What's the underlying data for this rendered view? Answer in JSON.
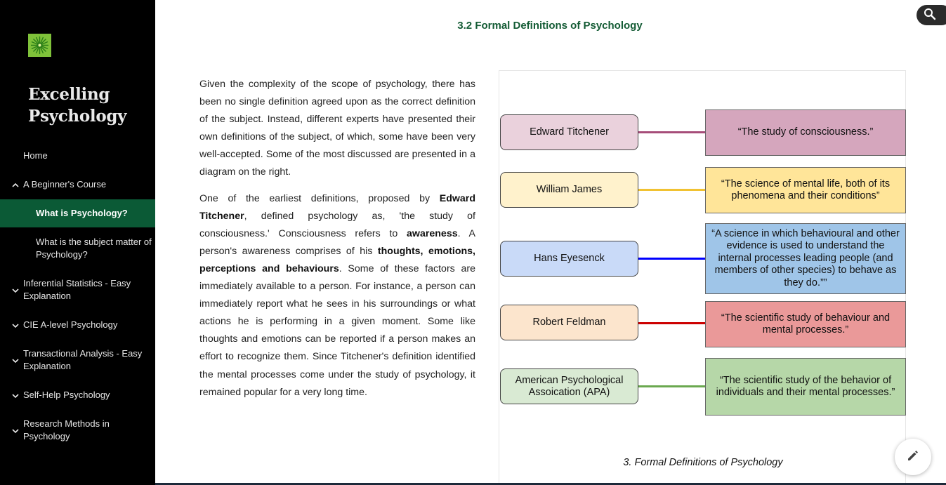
{
  "site": {
    "title": "Excelling Psychology",
    "logo_icon": "flower-logo-icon"
  },
  "nav": {
    "items": [
      {
        "label": "Home",
        "expand": ""
      },
      {
        "label": "A Beginner's Course",
        "expand": "up"
      },
      {
        "label": "What is Psychology?",
        "expand": "",
        "active": true
      },
      {
        "label": "What is the subject matter of Psychology?",
        "expand": ""
      },
      {
        "label": "Inferential Statistics - Easy Explanation",
        "expand": "down"
      },
      {
        "label": "CIE A-level Psychology",
        "expand": "down"
      },
      {
        "label": "Transactional Analysis - Easy Explanation",
        "expand": "down"
      },
      {
        "label": "Self-Help Psychology",
        "expand": "down"
      },
      {
        "label": "Research Methods in Psychology",
        "expand": "down"
      }
    ]
  },
  "page": {
    "heading": "3.2 Formal Definitions of Psychology"
  },
  "article": {
    "p1": "Given the complexity of the scope of psychology, there has been no single definition agreed upon as the correct definition of the subject. Instead, different experts have presented their own definitions of the subject, of which, some have been very well-accepted. Some of the most discussed are presented in a diagram on the right.",
    "p2_a": "One of the earliest definitions, proposed by ",
    "p2_b": "Edward Titchener",
    "p2_c": ", defined psychology as, 'the study of consciousness.' Consciousness refers to ",
    "p2_d": "awareness",
    "p2_e": ". A person's awareness comprises of his ",
    "p2_f": "thoughts, emotions, perceptions and behaviours",
    "p2_g": ". Some of these factors are immediately available to a person. For instance, a person can immediately report what he sees in his surroundings or what actions he is performing in a given moment. Some like thoughts and emotions can be reported if a person makes an effort to recognize them. Since Titchener's definition identified the mental processes come under the study of psychology, it remained popular for a very long time."
  },
  "diagram": {
    "caption": "3. Formal Definitions of Psychology",
    "rows": [
      {
        "name": "Edward Titchener",
        "definition": "“The study of consciousness.”",
        "name_color": "#ead1dc",
        "def_color": "#d5a6bd",
        "line_color": "#a64d79"
      },
      {
        "name": "William James",
        "definition": "“The science of mental life, both of its phenomena and their conditions”",
        "name_color": "#fff2cc",
        "def_color": "#ffe599",
        "line_color": "#f1c232"
      },
      {
        "name": "Hans Eyesenck",
        "definition": "“A science in which behavioural and other evidence is used to understand the internal processes leading people (and members of other species) to behave as they do.””",
        "name_color": "#c9daf8",
        "def_color": "#9fc5e8",
        "line_color": "#0000ff"
      },
      {
        "name": "Robert Feldman",
        "definition": "“The scientific study of behaviour and mental processes.”",
        "name_color": "#fce5cd",
        "def_color": "#ea9999",
        "line_color": "#cc0000"
      },
      {
        "name": "American Psychological Assoication (APA)",
        "definition": "“The scientific study of the behavior of individuals and their mental processes.”",
        "name_color": "#d9ead3",
        "def_color": "#b6d7a8",
        "line_color": "#6aa84f"
      }
    ]
  },
  "icons": {
    "search": "search-icon",
    "edit": "pencil-icon"
  }
}
